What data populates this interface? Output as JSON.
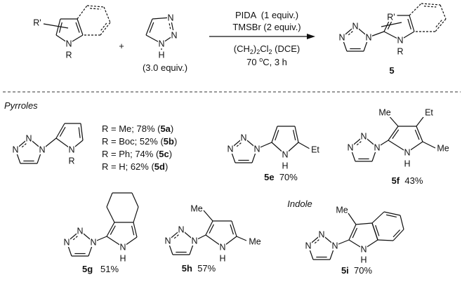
{
  "atoms": {
    "N": "N",
    "H": "H",
    "R": "R",
    "Rp": "R'",
    "Me": "Me",
    "Et": "Et"
  },
  "scheme": {
    "plus": "+",
    "triazole_equiv": "(3.0 equiv.)",
    "conditions": {
      "line1": "PIDA  (1 equiv.)",
      "line2": "TMSBr (2 equiv.)",
      "solvent": {
        "p1": "(CH",
        "s1": "2",
        "p2": ")",
        "s2": "2",
        "p3": "Cl",
        "s3": "2",
        "p4": " (DCE)"
      },
      "temp": {
        "p1": "70 ",
        "sup": "o",
        "p2": "C, 3 h"
      }
    },
    "product_label": "5"
  },
  "sections": {
    "pyrroles": "Pyrroles",
    "indole": "Indole"
  },
  "table_5a_d": [
    {
      "text": "R = Me; 78% (",
      "id": "5a",
      "close": ")"
    },
    {
      "text": "R = Boc; 52% (",
      "id": "5b",
      "close": ")"
    },
    {
      "text": "R = Ph; 74% (",
      "id": "5c",
      "close": ")"
    },
    {
      "text": "R = H; 62% (",
      "id": "5d",
      "close": ")"
    }
  ],
  "compounds": {
    "5e": {
      "id": "5e",
      "yield": "70%"
    },
    "5f": {
      "id": "5f",
      "yield": "43%"
    },
    "5g": {
      "id": "5g",
      "yield": "51%"
    },
    "5h": {
      "id": "5h",
      "yield": "57%"
    },
    "5i": {
      "id": "5i",
      "yield": "70%"
    }
  }
}
